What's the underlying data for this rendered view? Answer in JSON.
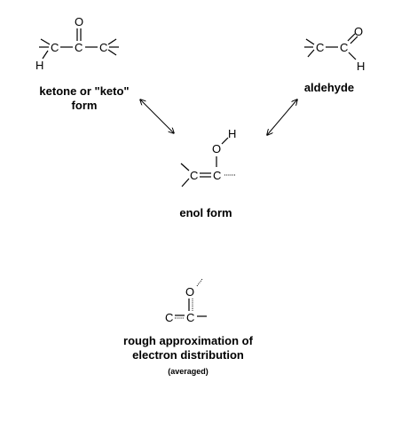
{
  "atoms": {
    "carbon": "C",
    "oxygen": "O",
    "hydrogen": "H"
  },
  "captions": {
    "ketone_line1": "ketone or \"keto\"",
    "ketone_line2": "form",
    "aldehyde": "aldehyde",
    "enol": "enol form",
    "approx_line1": "rough approximation of",
    "approx_line2": "electron distribution",
    "approx_line3": "(averaged)"
  },
  "colors": {
    "ink": "#000000",
    "background": "#ffffff"
  }
}
